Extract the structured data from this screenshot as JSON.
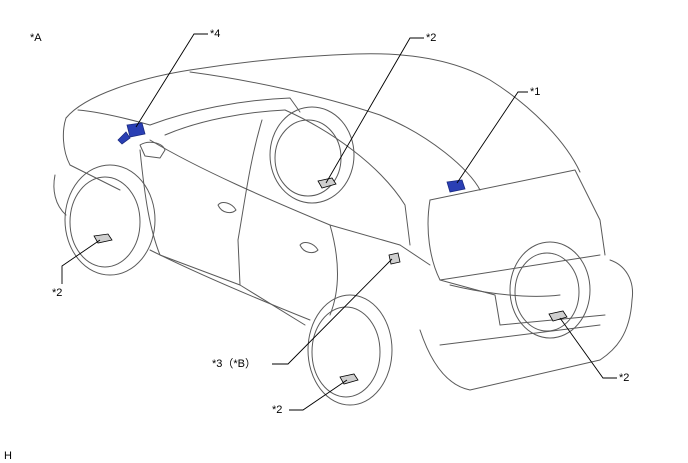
{
  "diagram": {
    "view_label": "*A",
    "corner_mark": "H",
    "callouts": {
      "part1": "*1",
      "part4": "*4",
      "part2_rear_inner": "*2",
      "part2_front_left": "*2",
      "part2_rear_bottom": "*2",
      "part2_spare": "*2",
      "part3": "*3（*B）"
    }
  },
  "colors": {
    "line": "#000000",
    "body_outline": "#5a5a5a",
    "highlight_part": "#2a3fb4"
  }
}
